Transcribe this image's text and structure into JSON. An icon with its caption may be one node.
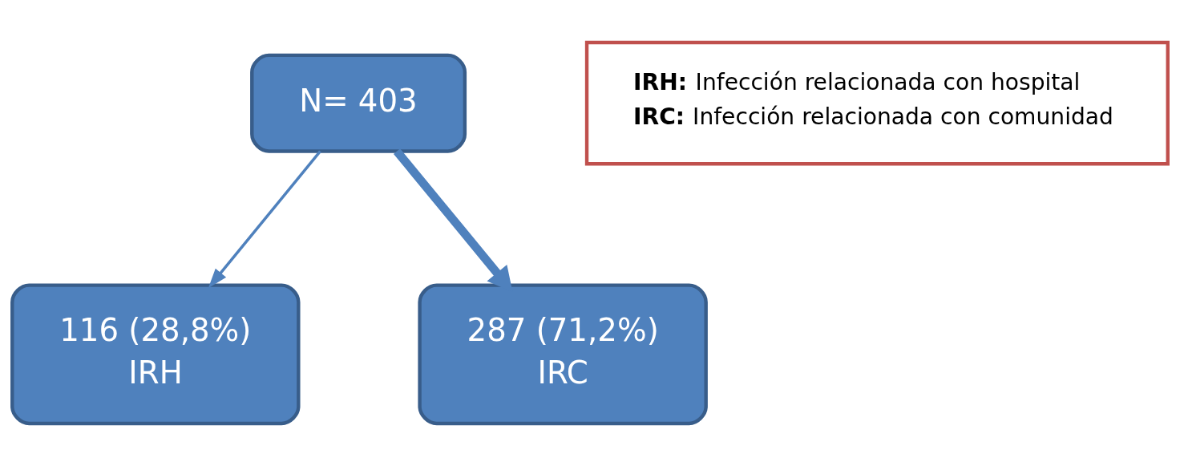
{
  "diagram": {
    "nodes": [
      {
        "text": [
          "N= 403"
        ]
      },
      {
        "text": [
          "116 (28,8%)",
          "IRH"
        ]
      },
      {
        "text": [
          "287 (71,2%)",
          "IRC"
        ]
      },
      {
        "text": [
          "**IRH:** Infección relacionada con hospital",
          "**IRC:** Infección relacionada con comunidad"
        ]
      }
    ],
    "edges": [
      {
        "from": 0,
        "to": 1,
        "arrow": "to"
      },
      {
        "from": 0,
        "to": 2,
        "arrow": "to",
        "style": "thick"
      }
    ]
  }
}
